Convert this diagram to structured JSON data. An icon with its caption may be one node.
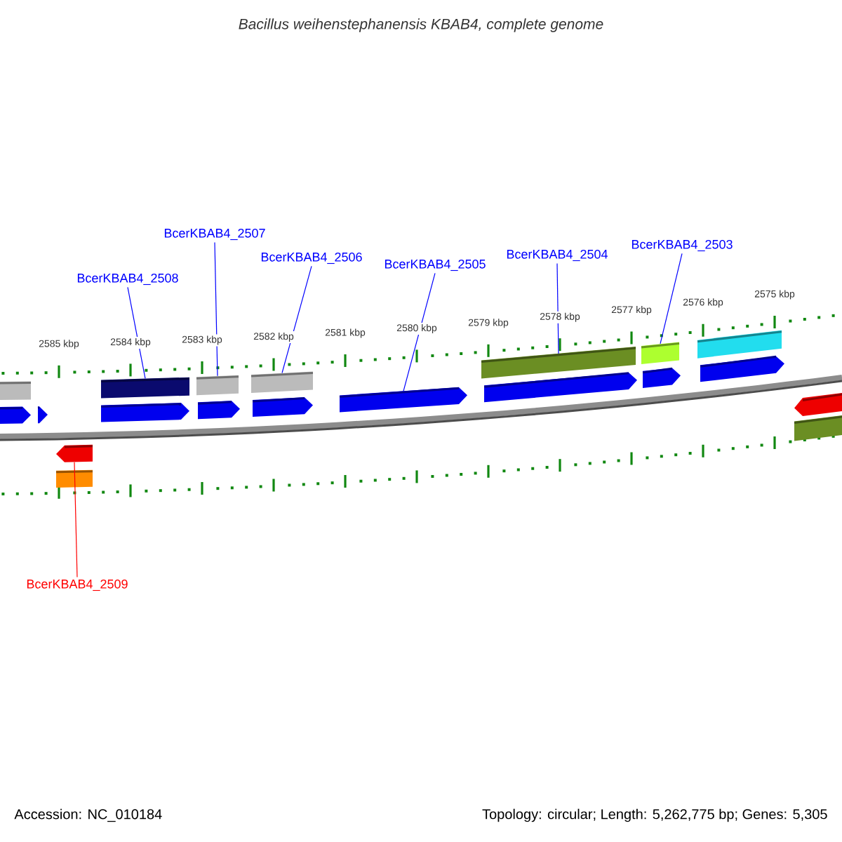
{
  "diagram": {
    "title": "Bacillus weihenstephanensis KBAB4, complete genome",
    "nodes": [
      {
        "text": [
          "BcerKBAB4_2508"
        ]
      },
      {
        "text": [
          "BcerKBAB4_2507"
        ]
      },
      {
        "text": [
          "BcerKBAB4_2506"
        ]
      },
      {
        "text": [
          "BcerKBAB4_2505"
        ]
      },
      {
        "text": [
          "BcerKBAB4_2504"
        ]
      },
      {
        "text": [
          "BcerKBAB4_2503"
        ]
      },
      {
        "text": [
          "BcerKBAB4_2509"
        ]
      },
      {
        "text": [],
        "shape": "arrow"
      },
      {
        "text": [],
        "shape": "box"
      },
      {
        "text": [],
        "shape": "box"
      },
      {
        "text": [],
        "shape": "box"
      },
      {
        "text": [],
        "shape": "arrow"
      },
      {
        "text": [],
        "shape": "box"
      },
      {
        "text": [],
        "shape": "box"
      }
    ],
    "edges": [
      {
        "from": 0,
        "to": 8,
        "arrow": "none"
      },
      {
        "from": 1,
        "to": 9,
        "arrow": "none"
      },
      {
        "from": 2,
        "to": 10,
        "arrow": "none"
      },
      {
        "from": 3,
        "to": 11,
        "arrow": "none"
      },
      {
        "from": 4,
        "to": 12,
        "arrow": "none"
      },
      {
        "from": 5,
        "to": 13,
        "arrow": "none"
      },
      {
        "from": 6,
        "to": 7,
        "arrow": "none",
        "color": "#ff0000"
      }
    ],
    "labels": [
      "2585 kbp",
      "2584 kbp",
      "2583 kbp",
      "2582 kbp",
      "2581 kbp",
      "2580 kbp",
      "2579 kbp",
      "2578 kbp",
      "2577 kbp",
      "2576 kbp",
      "2575 kbp",
      "Accession: NC_010184",
      "Topology: circular; Length: 5,262,775 bp; Genes: 5,305"
    ]
  }
}
